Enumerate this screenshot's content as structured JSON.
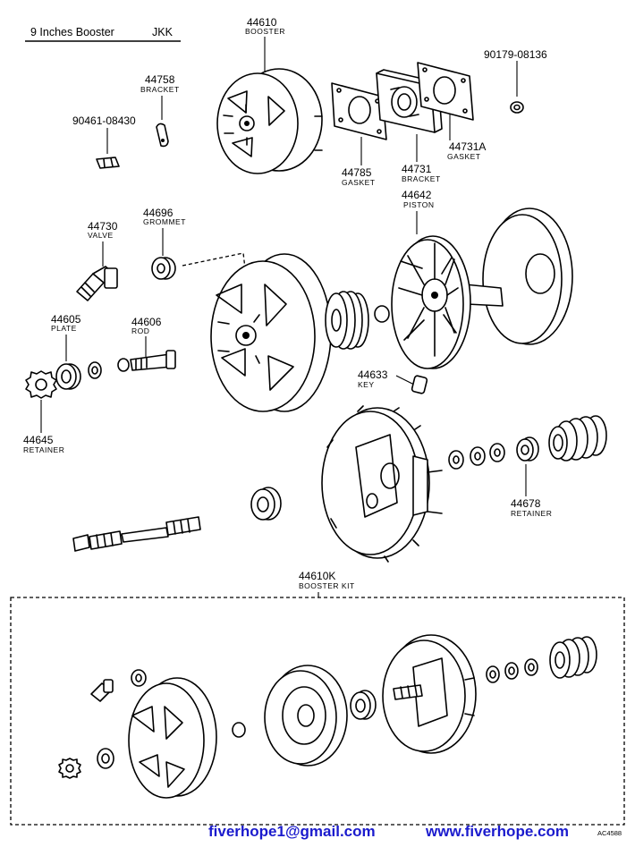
{
  "header": {
    "title": "9 Inches Booster",
    "model": "JKK"
  },
  "callouts": [
    {
      "id": "44610",
      "number": "44610",
      "name": "BOOSTER"
    },
    {
      "id": "44758",
      "number": "44758",
      "name": "BRACKET"
    },
    {
      "id": "90461",
      "number": "90461-08430",
      "name": ""
    },
    {
      "id": "44785",
      "number": "44785",
      "name": "GASKET"
    },
    {
      "id": "44731",
      "number": "44731",
      "name": "BRACKET"
    },
    {
      "id": "44731A",
      "number": "44731A",
      "name": "GASKET"
    },
    {
      "id": "90179",
      "number": "90179-08136",
      "name": ""
    },
    {
      "id": "44730",
      "number": "44730",
      "name": "VALVE"
    },
    {
      "id": "44696",
      "number": "44696",
      "name": "GROMMET"
    },
    {
      "id": "44642",
      "number": "44642",
      "name": "PISTON"
    },
    {
      "id": "44605",
      "number": "44605",
      "name": "PLATE"
    },
    {
      "id": "44606",
      "number": "44606",
      "name": "ROD"
    },
    {
      "id": "44633",
      "number": "44633",
      "name": "KEY"
    },
    {
      "id": "44645",
      "number": "44645",
      "name": "RETAINER"
    },
    {
      "id": "44678",
      "number": "44678",
      "name": "RETAINER"
    },
    {
      "id": "44610K",
      "number": "44610K",
      "name": "BOOSTER KIT"
    }
  ],
  "diagram_code": "AC4588",
  "footer": {
    "email": "fiverhope1@gmail.com",
    "website": "www.fiverhope.com"
  }
}
